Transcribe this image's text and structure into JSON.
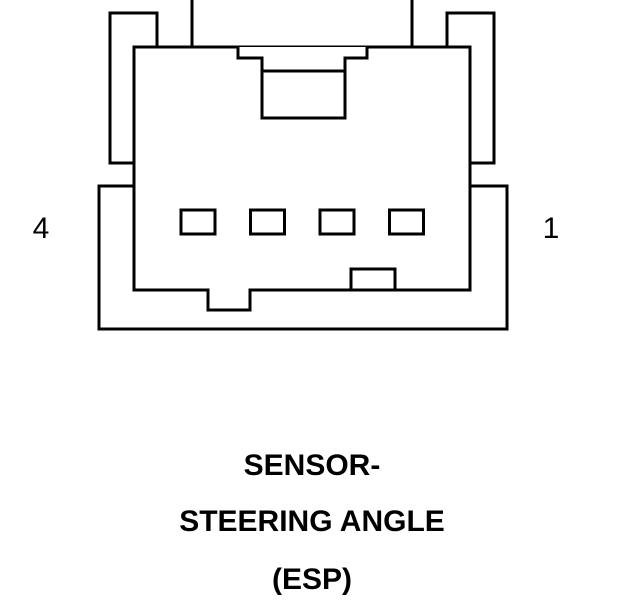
{
  "connector": {
    "pin_left_label": "4",
    "pin_right_label": "1",
    "cavity_count": 4
  },
  "caption": {
    "line1": "SENSOR-",
    "line2": "STEERING ANGLE",
    "line3": "(ESP)"
  },
  "colors": {
    "line": "#000000",
    "background": "#ffffff"
  }
}
